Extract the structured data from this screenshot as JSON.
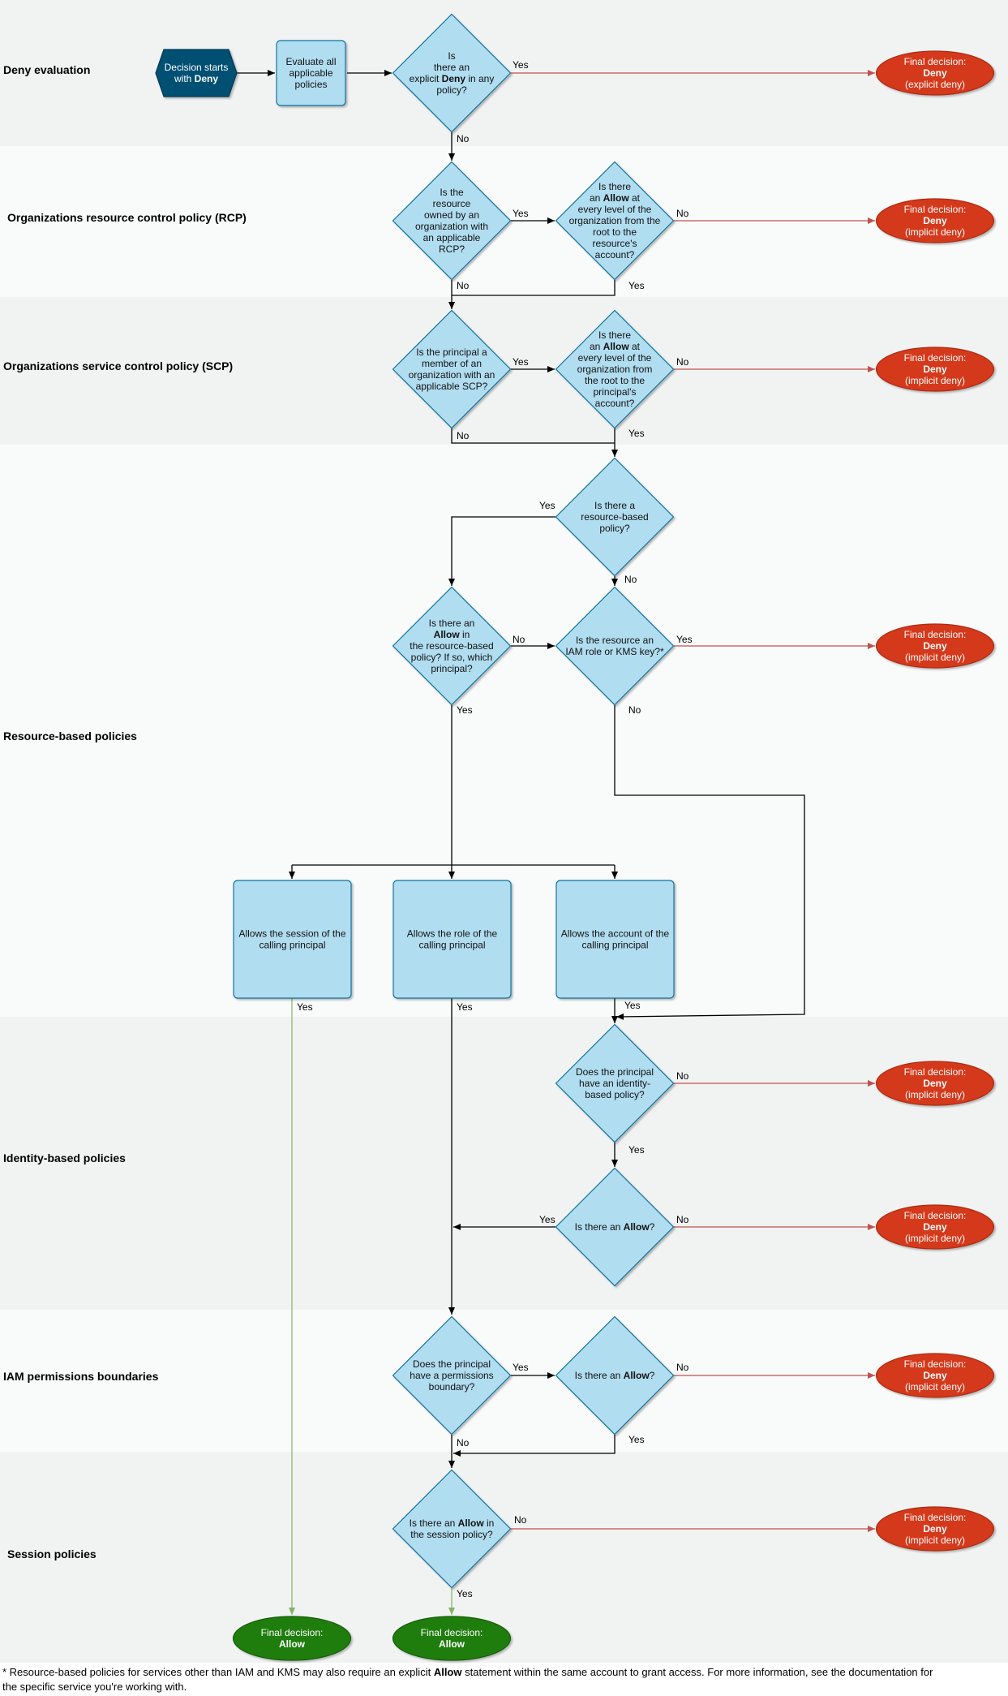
{
  "lanes": [
    {
      "id": "deny",
      "title": "Deny evaluation"
    },
    {
      "id": "rcp",
      "title": "Organizations resource control policy (RCP)"
    },
    {
      "id": "scp",
      "title": "Organizations service control policy (SCP)"
    },
    {
      "id": "rbp",
      "title": "Resource-based policies"
    },
    {
      "id": "ibp",
      "title": "Identity-based policies"
    },
    {
      "id": "pb",
      "title": "IAM permissions boundaries"
    },
    {
      "id": "sp",
      "title": "Session policies"
    }
  ],
  "nodes": {
    "start": [
      "Decision starts",
      "with |Deny|"
    ],
    "evaluate": [
      "Evaluate all",
      "applicable",
      "policies"
    ],
    "q_explicit_deny": [
      "Is",
      "there an",
      "explicit |Deny| in any",
      "policy?"
    ],
    "q_rcp": [
      "Is the",
      "resource",
      "owned by an",
      "organization with",
      "an applicable",
      "RCP?"
    ],
    "q_rcp_allow": [
      "Is there",
      "an |Allow| at",
      "every level of the",
      "organization from the",
      "root to the",
      "resource's",
      "account?"
    ],
    "q_scp": [
      "Is the principal a",
      "member of an",
      "organization with an",
      "applicable SCP?"
    ],
    "q_scp_allow": [
      "Is there",
      "an |Allow| at",
      "every level of the",
      "organization from",
      "the root to the",
      "principal's",
      "account?"
    ],
    "q_rbp": [
      "Is there a",
      "resource-based",
      "policy?"
    ],
    "q_rbp_allow": [
      "Is there an",
      "|Allow| in",
      "the resource-based",
      "policy? If so, which",
      "principal?"
    ],
    "q_iam_kms": [
      "Is the resource an",
      "IAM role or KMS key?*"
    ],
    "allow_session": [
      "Allows the session of the",
      "calling principal"
    ],
    "allow_role": [
      "Allows the role of the",
      "calling principal"
    ],
    "allow_account": [
      "Allows the account of the",
      "calling principal"
    ],
    "q_ibp": [
      "Does the principal",
      "have an identity-",
      "based policy?"
    ],
    "q_ibp_allow": [
      "Is there an |Allow|?"
    ],
    "q_pb": [
      "Does the principal",
      "have a permissions",
      "boundary?"
    ],
    "q_pb_allow": [
      "Is there an |Allow|?"
    ],
    "q_sp_allow": [
      "Is there an |Allow| in",
      "the session policy?"
    ]
  },
  "finals": {
    "explicit_deny": [
      "Final decision:",
      "|Deny|",
      "(explicit deny)"
    ],
    "implicit_deny": [
      "Final decision:",
      "|Deny|",
      "(implicit deny)"
    ],
    "allow": [
      "Final decision:",
      "|Allow|"
    ]
  },
  "edge_labels": {
    "yes": "Yes",
    "no": "No"
  },
  "footnote": {
    "line1_before": "* Resource-based policies for services other than IAM and KMS may also require an explicit ",
    "line1_bold": "Allow",
    "line1_after": " statement within the same account to grant access. For more information, see the documentation for",
    "line2": "the specific service you're working with."
  },
  "colors": {
    "lane_dark": "#f1f3f3",
    "lane_light": "#f9fafa",
    "node_fill": "#b1ddf0",
    "node_stroke": "#10739e",
    "start_fill": "#005073",
    "deny_fill": "#d4391b",
    "deny_stroke": "#b02a10",
    "allow_fill": "#1f7d0e",
    "allow_stroke": "#155c08",
    "deny_arrow": "#c0514d",
    "allow_arrow": "#82b366",
    "arrow": "#000000"
  }
}
